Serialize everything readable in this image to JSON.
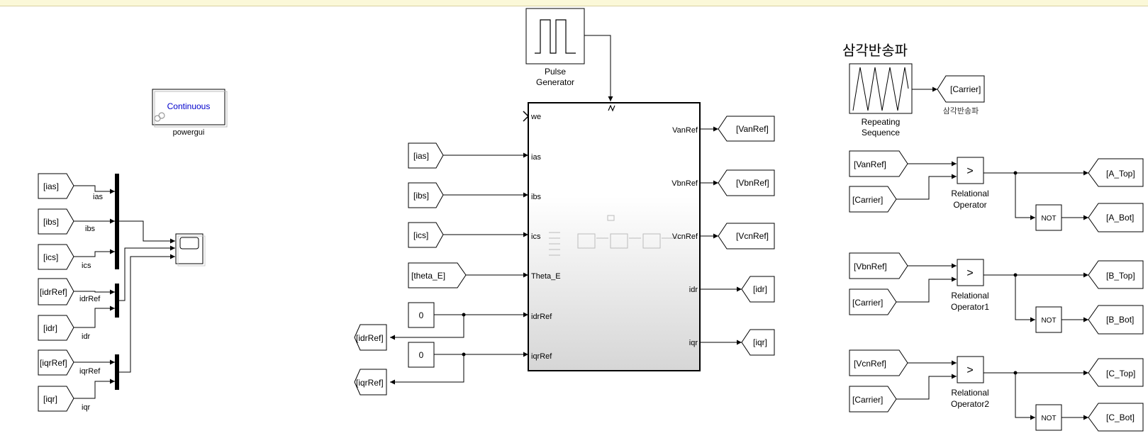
{
  "powergui": {
    "mode": "Continuous",
    "name": "powergui"
  },
  "scope_section": {
    "inputs": [
      {
        "tag": "[ias]",
        "signal": "ias"
      },
      {
        "tag": "[ibs]",
        "signal": "ibs"
      },
      {
        "tag": "[ics]",
        "signal": "ics"
      },
      {
        "tag": "[idrRef]",
        "signal": "idrRef"
      },
      {
        "tag": "[idr]",
        "signal": "idr"
      },
      {
        "tag": "[iqrRef]",
        "signal": "iqrRef"
      },
      {
        "tag": "[iqr]",
        "signal": "iqr"
      }
    ]
  },
  "pulse_generator": {
    "name_line1": "Pulse",
    "name_line2": "Generator"
  },
  "controller": {
    "inputs": [
      {
        "port": "we"
      },
      {
        "port": "ias",
        "source": "[ias]"
      },
      {
        "port": "ibs",
        "source": "[ibs]"
      },
      {
        "port": "ics",
        "source": "[ics]"
      },
      {
        "port": "Theta_E",
        "source": "[theta_E]"
      },
      {
        "port": "idrRef",
        "source": "0"
      },
      {
        "port": "iqrRef",
        "source": "0"
      }
    ],
    "outputs": [
      {
        "port": "VanRef",
        "dest": "[VanRef]"
      },
      {
        "port": "VbnRef",
        "dest": "[VbnRef]"
      },
      {
        "port": "VcnRef",
        "dest": "[VcnRef]"
      },
      {
        "port": "idr",
        "dest": "[idr]"
      },
      {
        "port": "iqr",
        "dest": "[iqr]"
      }
    ],
    "const_gotos": [
      "[idrRef]",
      "[iqrRef]"
    ]
  },
  "carrier": {
    "title": "삼각반송파",
    "block_line1": "Repeating",
    "block_line2": "Sequence",
    "goto": "[Carrier]",
    "goto_label": "삼각반송파"
  },
  "comparators": [
    {
      "ref": "[VanRef]",
      "carrier": "[Carrier]",
      "op": ">",
      "name_line1": "Relational",
      "name_line2": "Operator",
      "top": "[A_Top]",
      "bot": "[A_Bot]",
      "not": "NOT"
    },
    {
      "ref": "[VbnRef]",
      "carrier": "[Carrier]",
      "op": ">",
      "name_line1": "Relational",
      "name_line2": "Operator1",
      "top": "[B_Top]",
      "bot": "[B_Bot]",
      "not": "NOT"
    },
    {
      "ref": "[VcnRef]",
      "carrier": "[Carrier]",
      "op": ">",
      "name_line1": "Relational",
      "name_line2": "Operator2",
      "top": "[C_Top]",
      "bot": "[C_Bot]",
      "not": "NOT"
    }
  ]
}
